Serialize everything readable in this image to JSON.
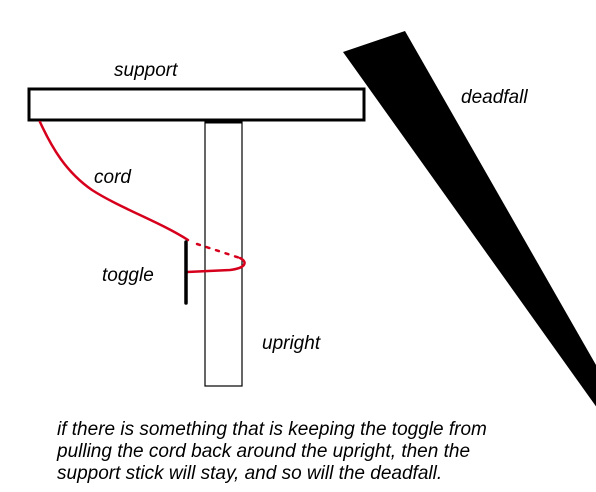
{
  "labels": {
    "support": "support",
    "deadfall": "deadfall",
    "cord": "cord",
    "toggle": "toggle",
    "upright": "upright"
  },
  "caption": {
    "lines": [
      "if there is something that is keeping the toggle from",
      "pulling the cord back around the upright, then the",
      "support stick will stay, and so will the deadfall."
    ]
  },
  "colors": {
    "outline": "#000000",
    "cord": "#d6001c",
    "background": "#ffffff"
  }
}
